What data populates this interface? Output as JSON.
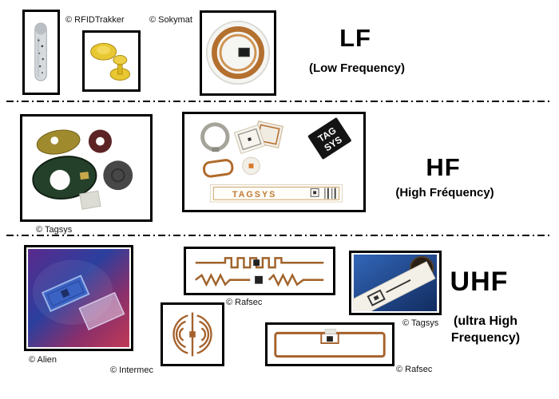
{
  "sections": {
    "lf": {
      "title": "LF",
      "subtitle": "(Low Frequency)",
      "credit_rfidtrakker": "© RFIDTrakker",
      "credit_sokymat": "© Sokymat"
    },
    "hf": {
      "title": "HF",
      "subtitle": "(High Fréquency)",
      "credit_tagsys": "© Tagsys",
      "strip_label": "TAGSYS",
      "sticker_line1": "TAG",
      "sticker_line2": "SYS"
    },
    "uhf": {
      "title": "UHF",
      "subtitle_line1": "(ultra High",
      "subtitle_line2": "Frequency)",
      "credit_alien": "© Alien",
      "credit_rafsec_antennas": "© Rafsec",
      "credit_intermec": "© Intermec",
      "credit_tagsys": "© Tagsys",
      "credit_rafsec_loop": "© Rafsec"
    }
  },
  "colors": {
    "frame_black": "#000000",
    "copper": "#b06a2a",
    "tag_yellow": "#e8c832",
    "roll_blue": "#2f62b5",
    "alien_purple": "#5a2a8c"
  }
}
